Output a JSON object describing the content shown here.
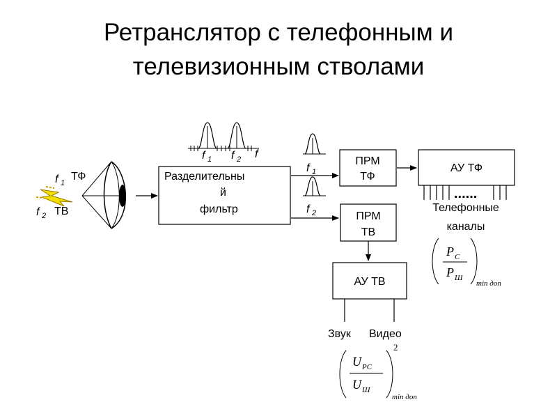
{
  "title": {
    "line1": "Ретранслятор с телефонным и",
    "line2": "телевизионным стволами"
  },
  "antenna": {
    "f1": "f",
    "f1_sub": "1",
    "f2": "f",
    "f2_sub": "2",
    "tf": "ТФ",
    "tv": "ТВ"
  },
  "spectrum_top": {
    "f1": "f",
    "f1_sub": "1",
    "f2": "f",
    "f2_sub": "2",
    "f": "f"
  },
  "filter": {
    "line1": "Разделительны",
    "line2": "й",
    "line3": "фильтр"
  },
  "branch_f1": {
    "label": "f",
    "sub": "1"
  },
  "branch_f2": {
    "label": "f",
    "sub": "2"
  },
  "prm_tf": {
    "line1": "ПРМ",
    "line2": "ТФ"
  },
  "prm_tv": {
    "line1": "ПРМ",
    "line2": "ТВ"
  },
  "au_tf": {
    "label": "АУ ТФ",
    "dots": "......"
  },
  "au_tv": {
    "label": "АУ ТВ"
  },
  "telephone_channels": {
    "line1": "Телефонные",
    "line2": "каналы"
  },
  "formula_tf": {
    "num": "P",
    "num_sub": "C",
    "den": "P",
    "den_sub": "Ш",
    "subscript": "min доп"
  },
  "tv_outputs": {
    "sound": "Звук",
    "video": "Видео"
  },
  "formula_tv": {
    "num": "U",
    "num_sub": "PC",
    "den": "U",
    "den_sub": "Ш",
    "power": "2",
    "subscript": "min доп"
  }
}
